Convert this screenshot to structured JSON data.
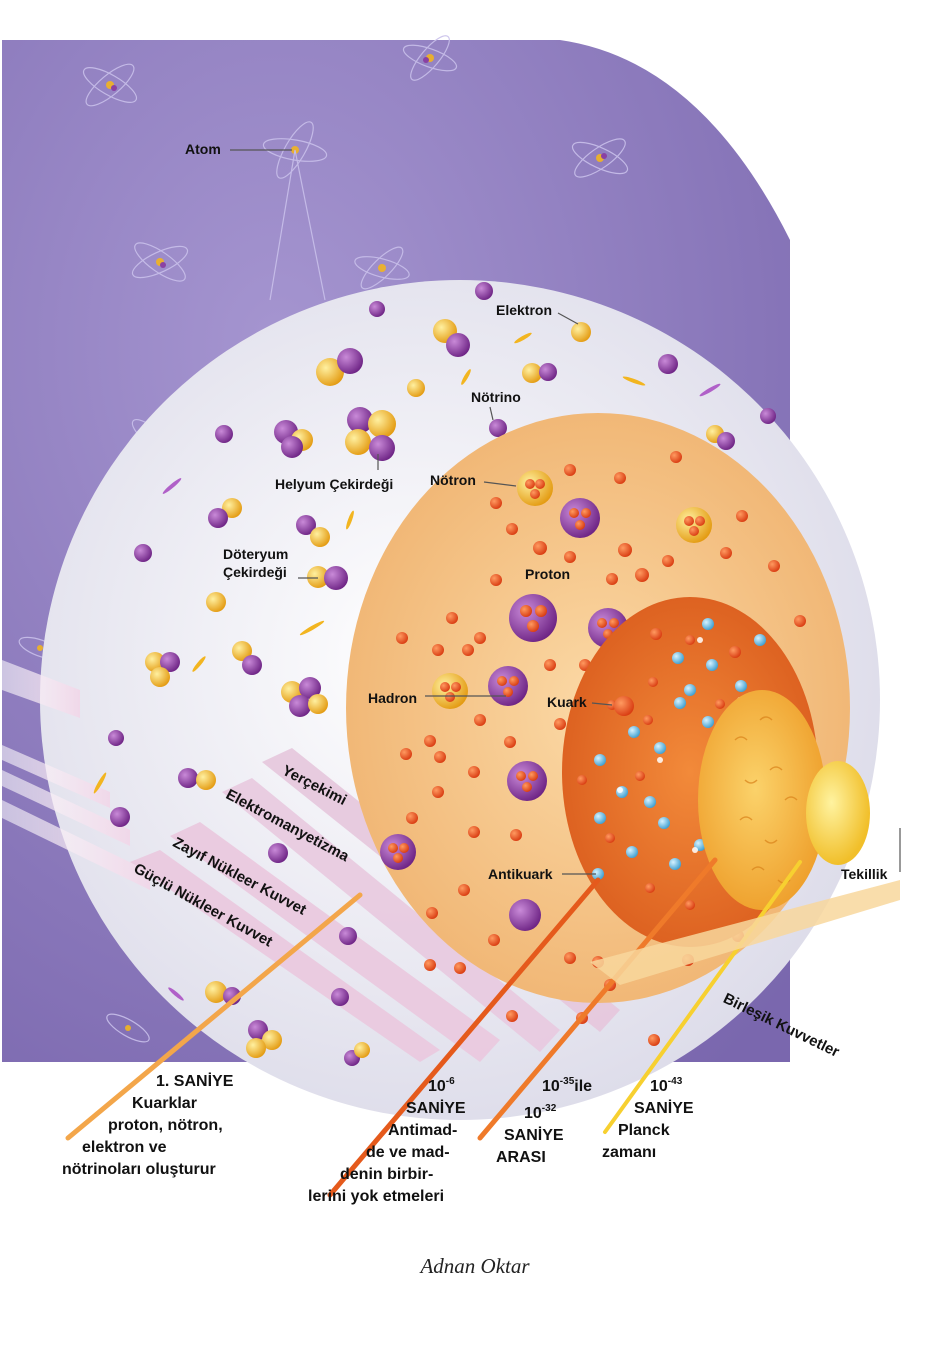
{
  "labels": {
    "atom": "Atom",
    "electron": "Elektron",
    "neutrino": "Nötrino",
    "helium": "Helyum Çekirdeği",
    "neutron": "Nötron",
    "deuterium_1": "Döteryum",
    "deuterium_2": "Çekirdeği",
    "proton": "Proton",
    "hadron": "Hadron",
    "quark": "Kuark",
    "antiquark": "Antikuark",
    "singularity": "Tekillik"
  },
  "forces": {
    "gravity": "Yerçekimi",
    "electromagnetism": "Elektromanyetizma",
    "weak": "Zayıf Nükleer Kuvvet",
    "strong": "Güçlü Nükleer Kuvvet",
    "unified": "Birleşik Kuvvetler"
  },
  "timeline": {
    "t1": {
      "line1": "1. SANİYE",
      "line2": "Kuarklar",
      "line3": "proton, nötron,",
      "line4": "elektron ve",
      "line5": "nötrinoları oluşturur"
    },
    "t2": {
      "base": "10",
      "exp": "-6",
      "line2": "SANİYE",
      "line3": "Antimad-",
      "line4": "de ve mad-",
      "line5": "denin birbir-",
      "line6": "lerini yok etmeleri"
    },
    "t3": {
      "base1": "10",
      "exp1": "-35",
      "suffix1": "ile",
      "base2": "10",
      "exp2": "-32",
      "line3": "SANİYE",
      "line4": "ARASI"
    },
    "t4": {
      "base": "10",
      "exp": "-43",
      "line2": "SANİYE",
      "line3": "Planck",
      "line4": "zamanı"
    }
  },
  "author": "Adnan Oktar",
  "colors": {
    "space": "#8e7cc0",
    "atom_disk": "#ecebf4",
    "hadron_disk": "#f6c78e",
    "quark_disk": "#ee7a32",
    "planck_disk": "#f5b53a",
    "singularity": "#f9d74a",
    "proton_purple": "#8a3aa0",
    "gold": "#f2b520"
  }
}
